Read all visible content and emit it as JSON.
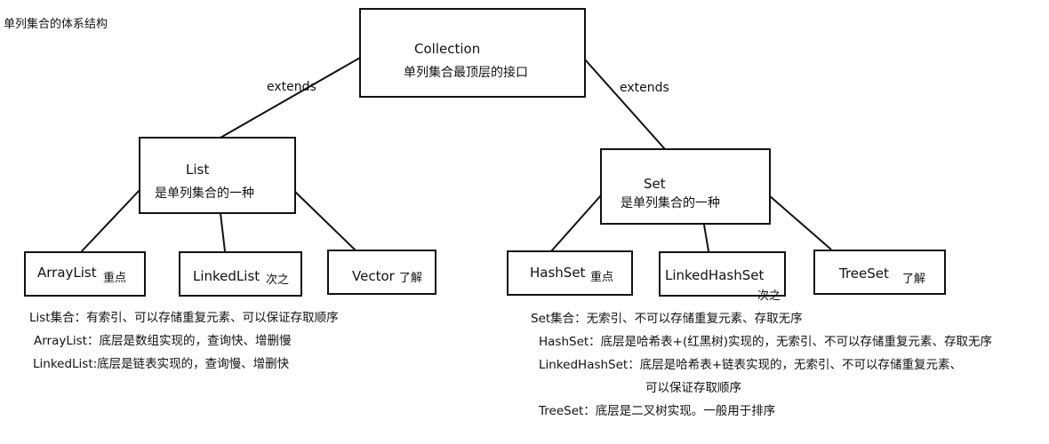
{
  "title": "单列集合的体系结构",
  "root": {
    "name": "Collection",
    "desc": "单列集合最顶层的接口"
  },
  "edges": {
    "left": "extends",
    "right": "extends"
  },
  "list_node": {
    "name": "List",
    "desc": "是单列集合的一种"
  },
  "set_node": {
    "name": "Set",
    "desc": "是单列集合的一种"
  },
  "list_children": [
    {
      "name": "ArrayList",
      "tag": "重点"
    },
    {
      "name": "LinkedList",
      "tag": "次之"
    },
    {
      "name": "Vector",
      "tag": "了解"
    }
  ],
  "set_children": [
    {
      "name": "HashSet",
      "tag": "重点"
    },
    {
      "name": "LinkedHashSet",
      "tag": "次之"
    },
    {
      "name": "TreeSet",
      "tag": "了解"
    }
  ],
  "list_notes": [
    "List集合：有索引、可以存储重复元素、可以保证存取顺序",
    "ArrayList：底层是数组实现的，查询快、增删慢",
    "LinkedList:底层是链表实现的，查询慢、增删快"
  ],
  "set_notes": [
    "Set集合：无索引、不可以存储重复元素、存取无序",
    "HashSet：底层是哈希表+(红黑树)实现的，无索引、不可以存储重复元素、存取无序",
    "LinkedHashSet：底层是哈希表+链表实现的，无索引、不可以存储重复元素、",
    "可以保证存取顺序",
    "TreeSet：底层是二叉树实现。一般用于排序"
  ]
}
